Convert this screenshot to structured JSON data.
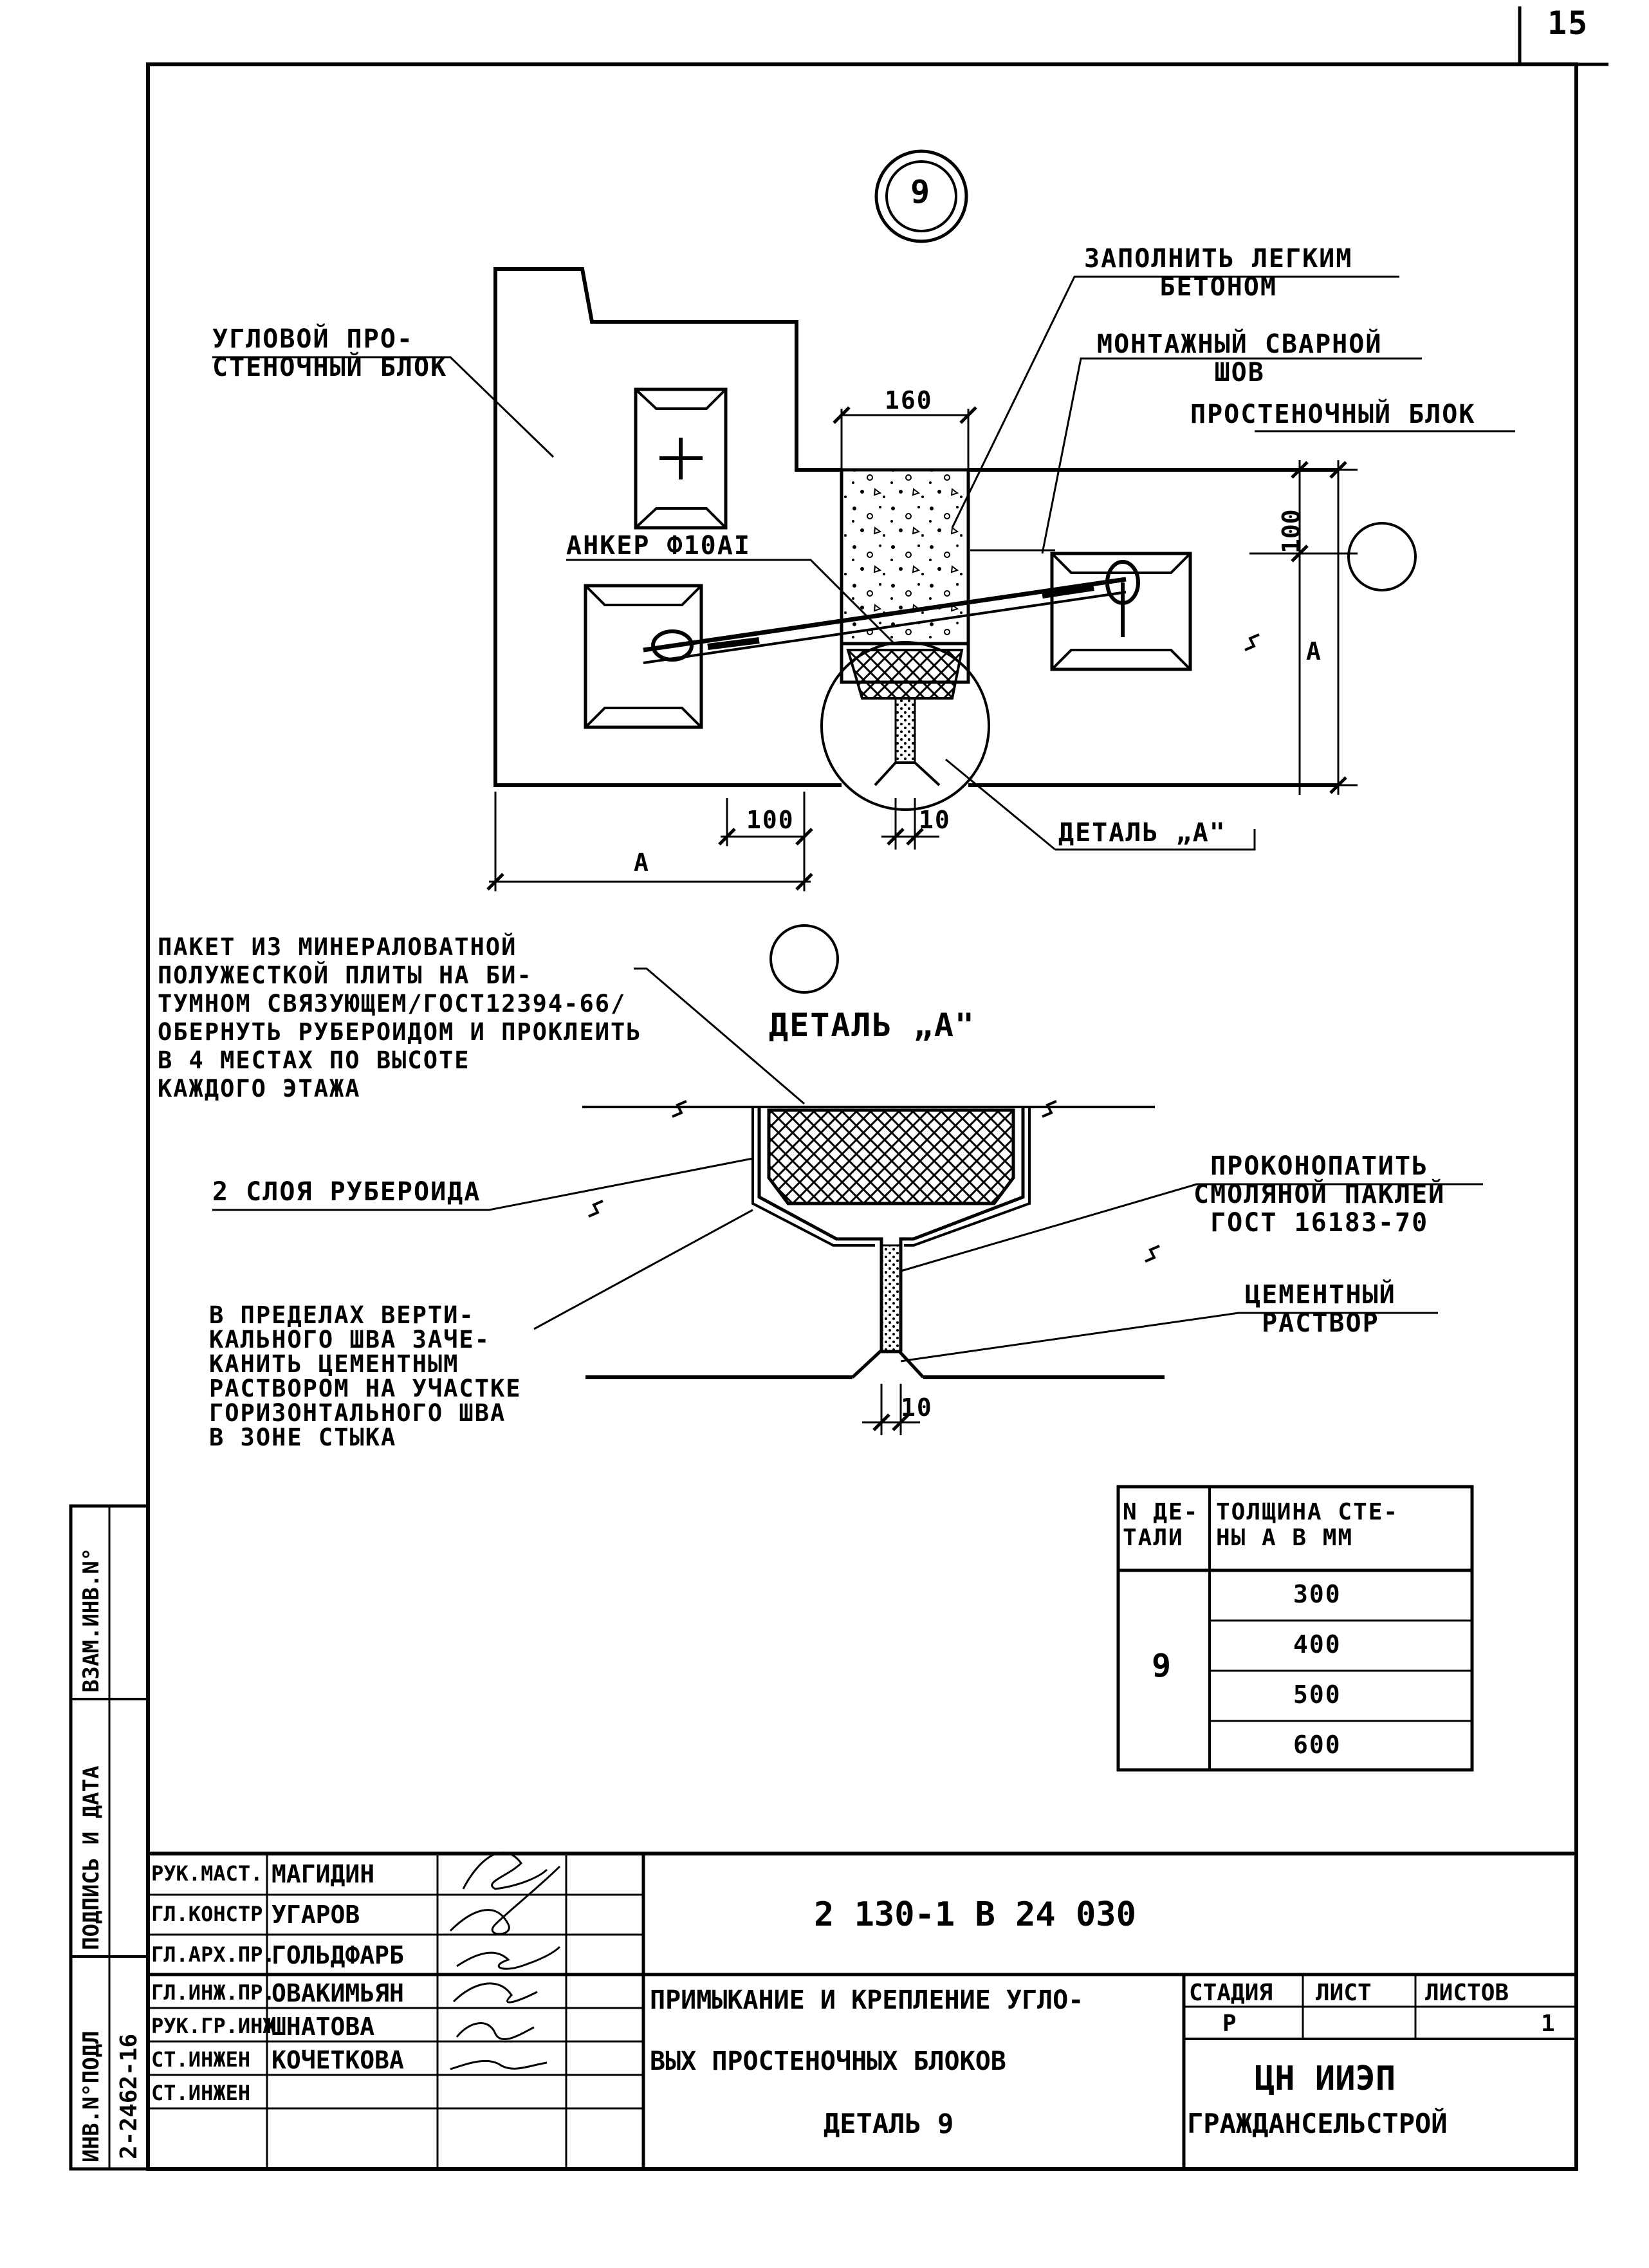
{
  "sheet_number": "15",
  "detail_circle": "9",
  "labels": {
    "corner_block": "УГЛОВОЙ ПРО-\nСТЕНОЧНЫЙ БЛОК",
    "fill_concrete": "ЗАПОЛНИТЬ ЛЕГКИМ\nБЕТОНОМ",
    "weld_seam": "МОНТАЖНЫЙ СВАРНОЙ\nШОВ",
    "wall_block": "ПРОСТЕНОЧНЫЙ БЛОК",
    "anchor": "АНКЕР Ф10АI",
    "detail_ref": "ДЕТАЛЬ „А\"",
    "detail_title": "ДЕТАЛЬ „А\"",
    "packet": "ПАКЕТ ИЗ МИНЕРАЛОВАТНОЙ\nПОЛУЖЕСТКОЙ ПЛИТЫ НА БИ-\nТУМНОМ СВЯЗУЮЩЕМ/ГОСТ12394-66/\nОБЕРНУТЬ РУБЕРОИДОМ И ПРОКЛЕИТЬ\nВ 4 МЕСТАХ ПО ВЫСОТЕ\nКАЖДОГО ЭТАЖА",
    "ruberoid": "2 СЛОЯ РУБЕРОИДА",
    "caulk": "ПРОКОНОПАТИТЬ\nСМОЛЯНОЙ ПАКЛЕЙ\nГОСТ 16183-70",
    "cement": "ЦЕМЕНТНЫЙ\nРАСТВОР",
    "vertical_seam": "В ПРЕДЕЛАХ ВЕРТИ-\nКАЛЬНОГО ШВА ЗАЧЕ-\nКАНИТЬ ЦЕМЕНТНЫМ\nРАСТВОРОМ НА УЧАСТКЕ\nГОРИЗОНТАЛЬНОГО ШВА\nВ ЗОНЕ СТЫКА"
  },
  "dimensions": {
    "d160": "160",
    "d100_top": "100",
    "d100_bottom": "100",
    "d10_top": "10",
    "d10_bottom": "10",
    "a_horizontal": "А",
    "a_vertical": "А"
  },
  "thickness_table": {
    "header_detail": "N ДЕ-\nТАЛИ",
    "header_thickness": "ТОЛЩИНА СТЕ-\nНЫ А В ММ",
    "detail": "9",
    "values": [
      "300",
      "400",
      "500",
      "600"
    ]
  },
  "side_stamp": {
    "inv_podl": "ИНВ.N°ПОДЛ",
    "podpis_data": "ПОДПИСЬ И ДАТА",
    "vzam_inv": "ВЗАМ.ИНВ.N°",
    "inv_value": "2-2462-16"
  },
  "title_block": {
    "staff": [
      {
        "role": "РУК.МАСТ.",
        "name": "МАГИДИН"
      },
      {
        "role": "ГЛ.КОНСТР",
        "name": "УГАРОВ"
      },
      {
        "role": "ГЛ.АРХ.ПР.",
        "name": "ГОЛЬДФАРБ"
      },
      {
        "role": "ГЛ.ИНЖ.ПР.",
        "name": "ОВАКИМЬЯН"
      },
      {
        "role": "РУК.ГР.ИНЖ",
        "name": "ШНАТОВА"
      },
      {
        "role": "СТ.ИНЖЕН",
        "name": "КОЧЕТКОВА"
      },
      {
        "role": "СТ.ИНЖЕН",
        "name": ""
      }
    ],
    "code": "2 130-1 В 24    030",
    "title_line1": "ПРИМЫКАНИЕ И КРЕПЛЕНИЕ УГЛО-",
    "title_line2": "ВЫХ ПРОСТЕНОЧНЫХ БЛОКОВ",
    "title_line3": "ДЕТАЛЬ 9",
    "stage_header": "СТАДИЯ",
    "sheet_header": "ЛИСТ",
    "sheets_header": "ЛИСТОВ",
    "stage_value": "Р",
    "sheet_value": "",
    "sheets_value": "1",
    "org_line1": "ЦН ИИЭП",
    "org_line2": "ГРАЖДАНСЕЛЬСТРОЙ"
  }
}
